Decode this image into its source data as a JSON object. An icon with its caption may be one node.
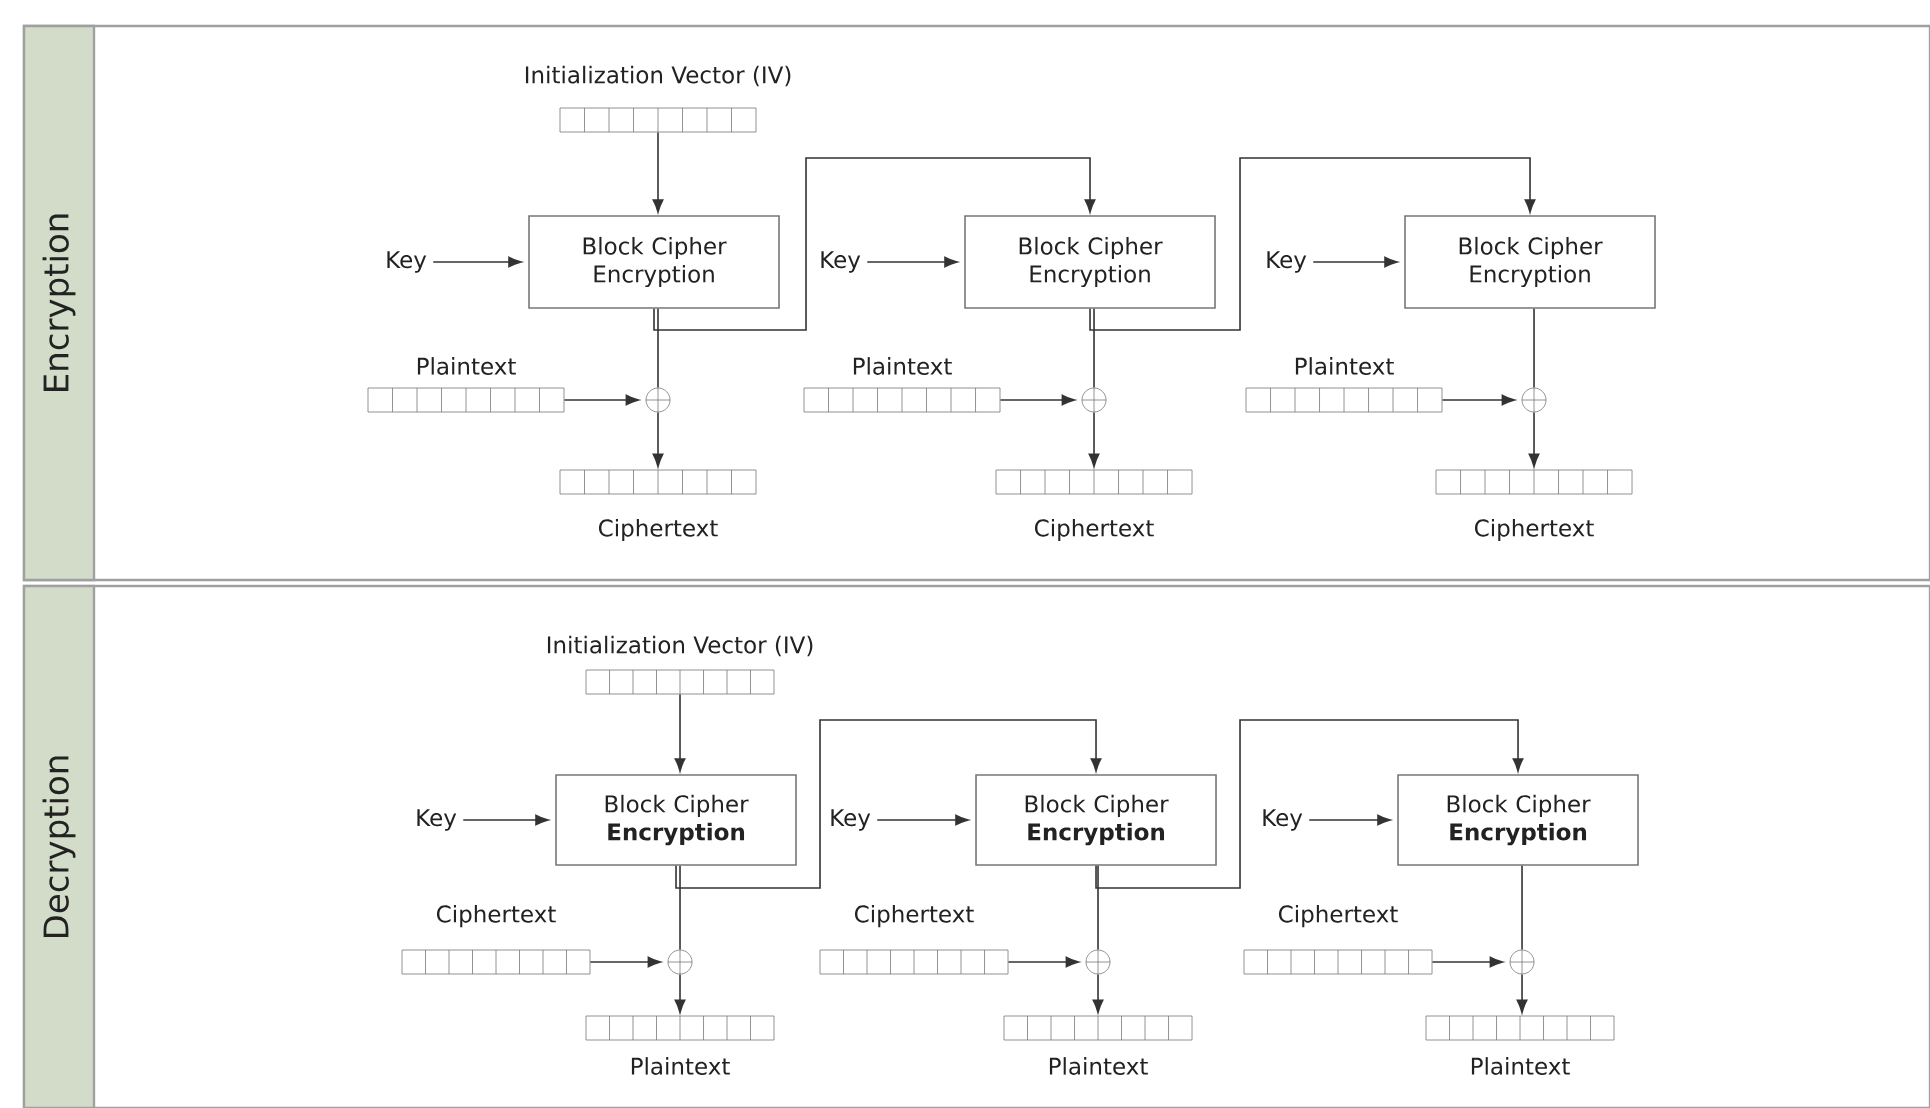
{
  "diagram": {
    "nodes": [
      {
        "text": [
          "Encryption"
        ]
      },
      {
        "text": [
          "Initialization Vector (IV)"
        ],
        "in": 0
      },
      {
        "text": [
          "Key"
        ],
        "in": 0
      },
      {
        "text": [
          "Block Cipher Encryption"
        ],
        "in": 0
      },
      {
        "text": [
          "Plaintext"
        ],
        "in": 0
      },
      {
        "text": [],
        "shape": "circle",
        "in": 0
      },
      {
        "text": [
          "Ciphertext"
        ],
        "in": 0
      },
      {
        "text": [
          "Key"
        ],
        "in": 0
      },
      {
        "text": [
          "Block Cipher Encryption"
        ],
        "in": 0
      },
      {
        "text": [
          "Plaintext"
        ],
        "in": 0
      },
      {
        "text": [],
        "shape": "circle",
        "in": 0
      },
      {
        "text": [
          "Ciphertext"
        ],
        "in": 0
      },
      {
        "text": [
          "Key"
        ],
        "in": 0
      },
      {
        "text": [
          "Block Cipher Encryption"
        ],
        "in": 0
      },
      {
        "text": [
          "Plaintext"
        ],
        "in": 0
      },
      {
        "text": [],
        "shape": "circle",
        "in": 0
      },
      {
        "text": [
          "Ciphertext"
        ],
        "in": 0
      },
      {
        "text": [
          "Decryption"
        ]
      },
      {
        "text": [
          "Initialization Vector (IV)"
        ],
        "in": 17
      },
      {
        "text": [
          "Key"
        ],
        "in": 17
      },
      {
        "text": [
          "Block Cipher **Encryption**"
        ],
        "in": 17
      },
      {
        "text": [
          "Ciphertext"
        ],
        "in": 17
      },
      {
        "text": [],
        "shape": "circle",
        "in": 17
      },
      {
        "text": [
          "Plaintext"
        ],
        "in": 17
      },
      {
        "text": [
          "Key"
        ],
        "in": 17
      },
      {
        "text": [
          "Block Cipher **Encryption**"
        ],
        "in": 17
      },
      {
        "text": [
          "Ciphertext"
        ],
        "in": 17
      },
      {
        "text": [],
        "shape": "circle",
        "in": 17
      },
      {
        "text": [
          "Plaintext"
        ],
        "in": 17
      },
      {
        "text": [
          "Key"
        ],
        "in": 17
      },
      {
        "text": [
          "Block Cipher **Encryption**"
        ],
        "in": 17
      },
      {
        "text": [
          "Ciphertext"
        ],
        "in": 17
      },
      {
        "text": [],
        "shape": "circle",
        "in": 17
      },
      {
        "text": [
          "Plaintext"
        ],
        "in": 17
      }
    ],
    "edges": [
      {
        "from": 1,
        "to": 3,
        "arrow": "to"
      },
      {
        "from": 2,
        "to": 3,
        "arrow": "to"
      },
      {
        "from": 3,
        "to": 5,
        "arrow": "none"
      },
      {
        "from": 4,
        "to": 5,
        "arrow": "to"
      },
      {
        "from": 5,
        "to": 6,
        "arrow": "to"
      },
      {
        "from": 3,
        "to": 8,
        "arrow": "to"
      },
      {
        "from": 7,
        "to": 8,
        "arrow": "to"
      },
      {
        "from": 8,
        "to": 10,
        "arrow": "none"
      },
      {
        "from": 9,
        "to": 10,
        "arrow": "to"
      },
      {
        "from": 10,
        "to": 11,
        "arrow": "to"
      },
      {
        "from": 8,
        "to": 13,
        "arrow": "to"
      },
      {
        "from": 12,
        "to": 13,
        "arrow": "to"
      },
      {
        "from": 13,
        "to": 15,
        "arrow": "none"
      },
      {
        "from": 14,
        "to": 15,
        "arrow": "to"
      },
      {
        "from": 15,
        "to": 16,
        "arrow": "to"
      },
      {
        "from": 18,
        "to": 20,
        "arrow": "to"
      },
      {
        "from": 19,
        "to": 20,
        "arrow": "to"
      },
      {
        "from": 20,
        "to": 22,
        "arrow": "none"
      },
      {
        "from": 21,
        "to": 22,
        "arrow": "to"
      },
      {
        "from": 22,
        "to": 23,
        "arrow": "to"
      },
      {
        "from": 20,
        "to": 25,
        "arrow": "to"
      },
      {
        "from": 24,
        "to": 25,
        "arrow": "to"
      },
      {
        "from": 25,
        "to": 27,
        "arrow": "none"
      },
      {
        "from": 26,
        "to": 27,
        "arrow": "to"
      },
      {
        "from": 27,
        "to": 28,
        "arrow": "to"
      },
      {
        "from": 25,
        "to": 30,
        "arrow": "to"
      },
      {
        "from": 29,
        "to": 30,
        "arrow": "to"
      },
      {
        "from": 30,
        "to": 32,
        "arrow": "none"
      },
      {
        "from": 31,
        "to": 32,
        "arrow": "to"
      },
      {
        "from": 32,
        "to": 33,
        "arrow": "to"
      }
    ]
  }
}
